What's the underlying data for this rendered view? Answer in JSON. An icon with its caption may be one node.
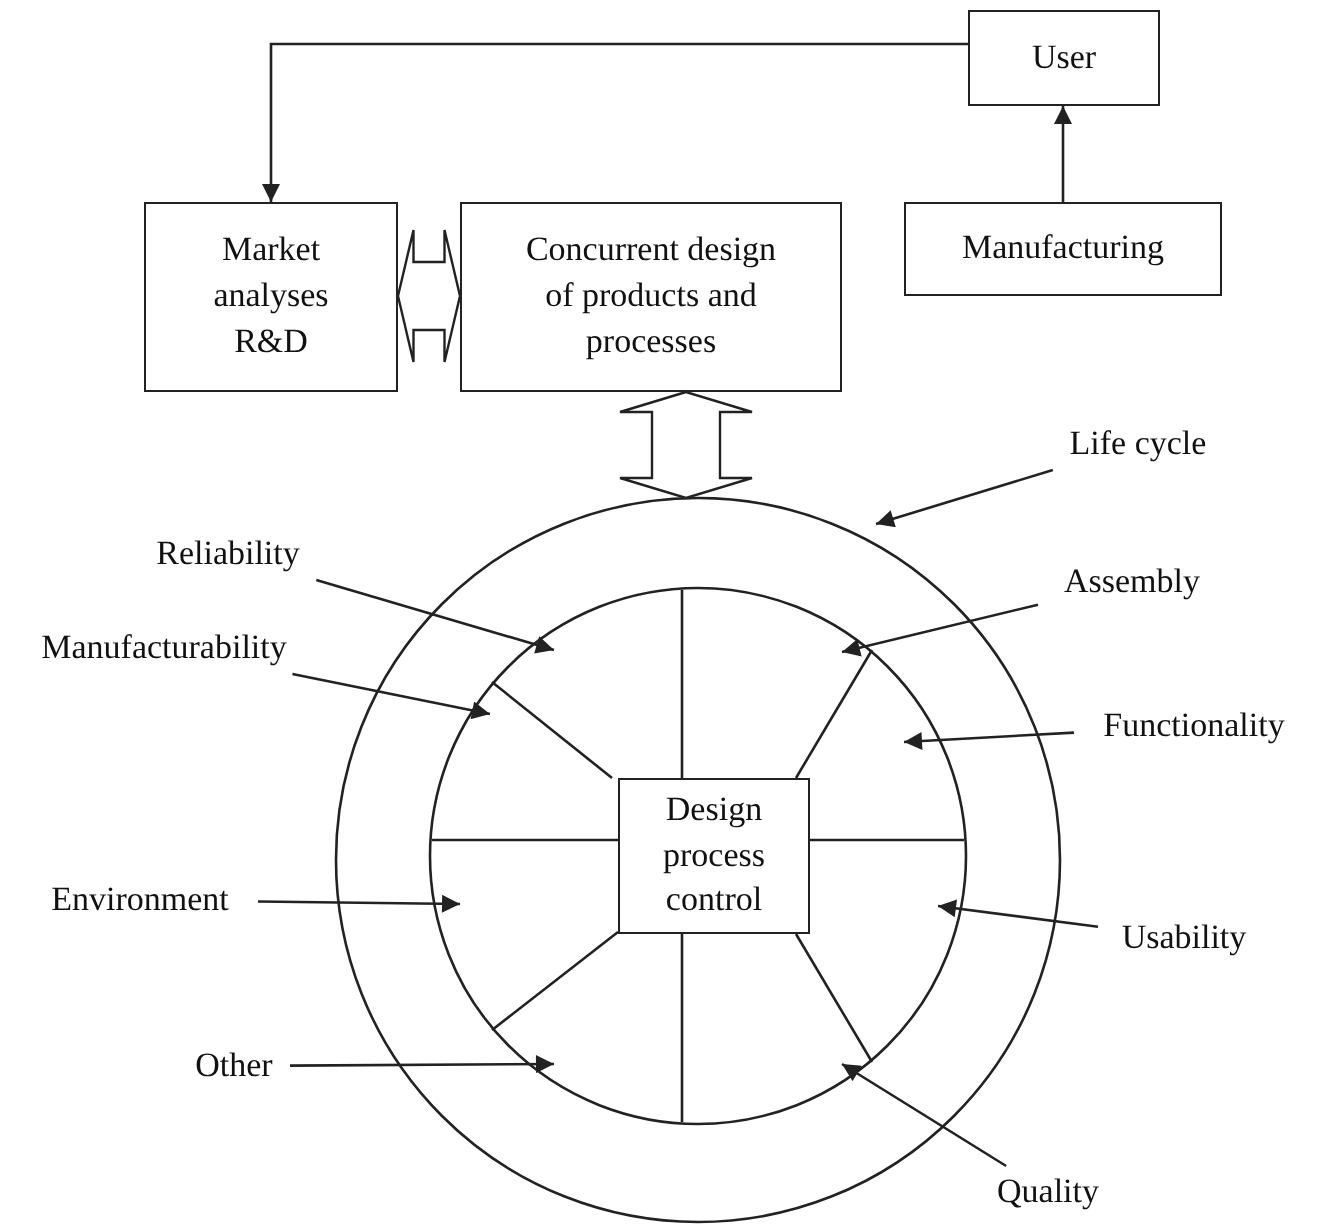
{
  "diagram": {
    "nodes": [
      {
        "text": [
          "User"
        ]
      },
      {
        "text": [
          "Market analyses R&D"
        ]
      },
      {
        "text": [
          "Concurrent design of products and processes"
        ]
      },
      {
        "text": [
          "Manufacturing"
        ]
      },
      {
        "text": [
          "Life cycle"
        ]
      },
      {
        "text": [],
        "shape": "circle"
      },
      {
        "text": [
          "Reliability"
        ]
      },
      {
        "text": [
          "Assembly"
        ]
      },
      {
        "text": [
          "Manufacturability"
        ]
      },
      {
        "text": [],
        "shape": "circle",
        "in": 5
      },
      {
        "text": [
          "Functionality"
        ]
      },
      {
        "text": [
          "Design process control"
        ],
        "in": 9
      },
      {
        "text": [
          "Environment"
        ]
      },
      {
        "text": [
          "Usability"
        ]
      },
      {
        "text": [
          "Other"
        ]
      },
      {
        "text": [
          "Quality"
        ]
      }
    ],
    "edges": [
      {
        "from": 0,
        "to": 1,
        "arrow": "to"
      },
      {
        "from": 3,
        "to": 0,
        "arrow": "to"
      },
      {
        "from": 1,
        "to": 2,
        "arrow": "both",
        "style": "thick"
      },
      {
        "from": 2,
        "to": 5,
        "arrow": "both",
        "style": "thick"
      },
      {
        "from": 4,
        "to": 5,
        "arrow": "to"
      },
      {
        "from": 6,
        "to": 9,
        "arrow": "to"
      },
      {
        "from": 7,
        "to": 9,
        "arrow": "to"
      },
      {
        "from": 8,
        "to": 9,
        "arrow": "to"
      },
      {
        "from": 10,
        "to": 9,
        "arrow": "to"
      },
      {
        "from": 12,
        "to": 9,
        "arrow": "to"
      },
      {
        "from": 13,
        "to": 9,
        "arrow": "to"
      },
      {
        "from": 14,
        "to": 9,
        "arrow": "to"
      },
      {
        "from": 15,
        "to": 9,
        "arrow": "to"
      }
    ]
  }
}
